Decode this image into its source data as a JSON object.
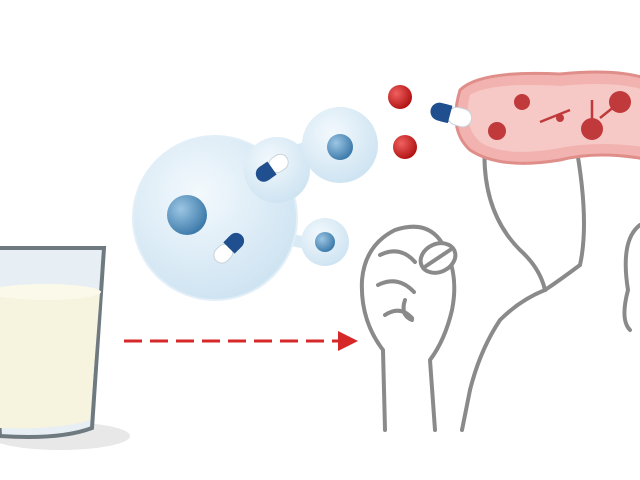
{
  "illustration": {
    "elements": [
      "milk-glass",
      "molecule-bubbles",
      "capsules",
      "dashed-arrow",
      "hand-holding-pill",
      "person-outline",
      "intestine-cell",
      "red-particles"
    ]
  },
  "colors": {
    "background": "#ffffff",
    "outline": "#8a8a8a",
    "milk": "#f6f3df",
    "glass": "#dfeaf0",
    "bubble": "#d7eaf5",
    "bubble_core": "#4f8fbf",
    "capsule_blue": "#1f4f8f",
    "arrow_red": "#d62828",
    "cell_pink": "#f2b3b0",
    "particle_red": "#c81e1e"
  }
}
